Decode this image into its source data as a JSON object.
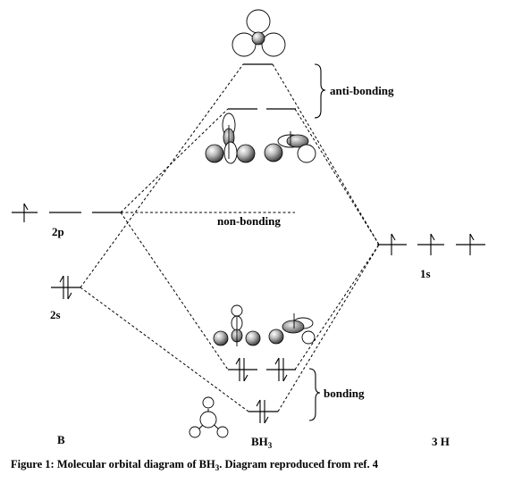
{
  "labels": {
    "anti_bonding": "anti-bonding",
    "non_bonding": "non-bonding",
    "bonding": "bonding",
    "b_2p": "2p",
    "b_2s": "2s",
    "h_1s": "1s",
    "atom_b": "B",
    "molecule_main": "BH",
    "molecule_sub": "3",
    "atom_h": "3 H"
  },
  "caption": {
    "prefix": "Figure 1: Molecular orbital diagram of BH",
    "sub": "3",
    "suffix": ". Diagram reproduced from ref. 4"
  }
}
